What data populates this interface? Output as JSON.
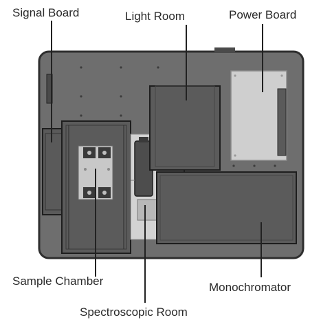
{
  "labels": {
    "signal_board": "Signal Board",
    "light_room": "Light Room",
    "power_board": "Power Board",
    "sample_chamber": "Sample Chamber",
    "spectroscopic_room": "Spectroscopic Room",
    "monochromator": "Monochromator"
  },
  "colors": {
    "chassis": "#6e6e6e",
    "chassis_edge": "#2e2e2e",
    "component": "#595959",
    "component_edge": "#1e1e1e",
    "power_board": "#cfcfcf",
    "light_metal": "#d8d8d8",
    "text": "#2a2a2a"
  }
}
